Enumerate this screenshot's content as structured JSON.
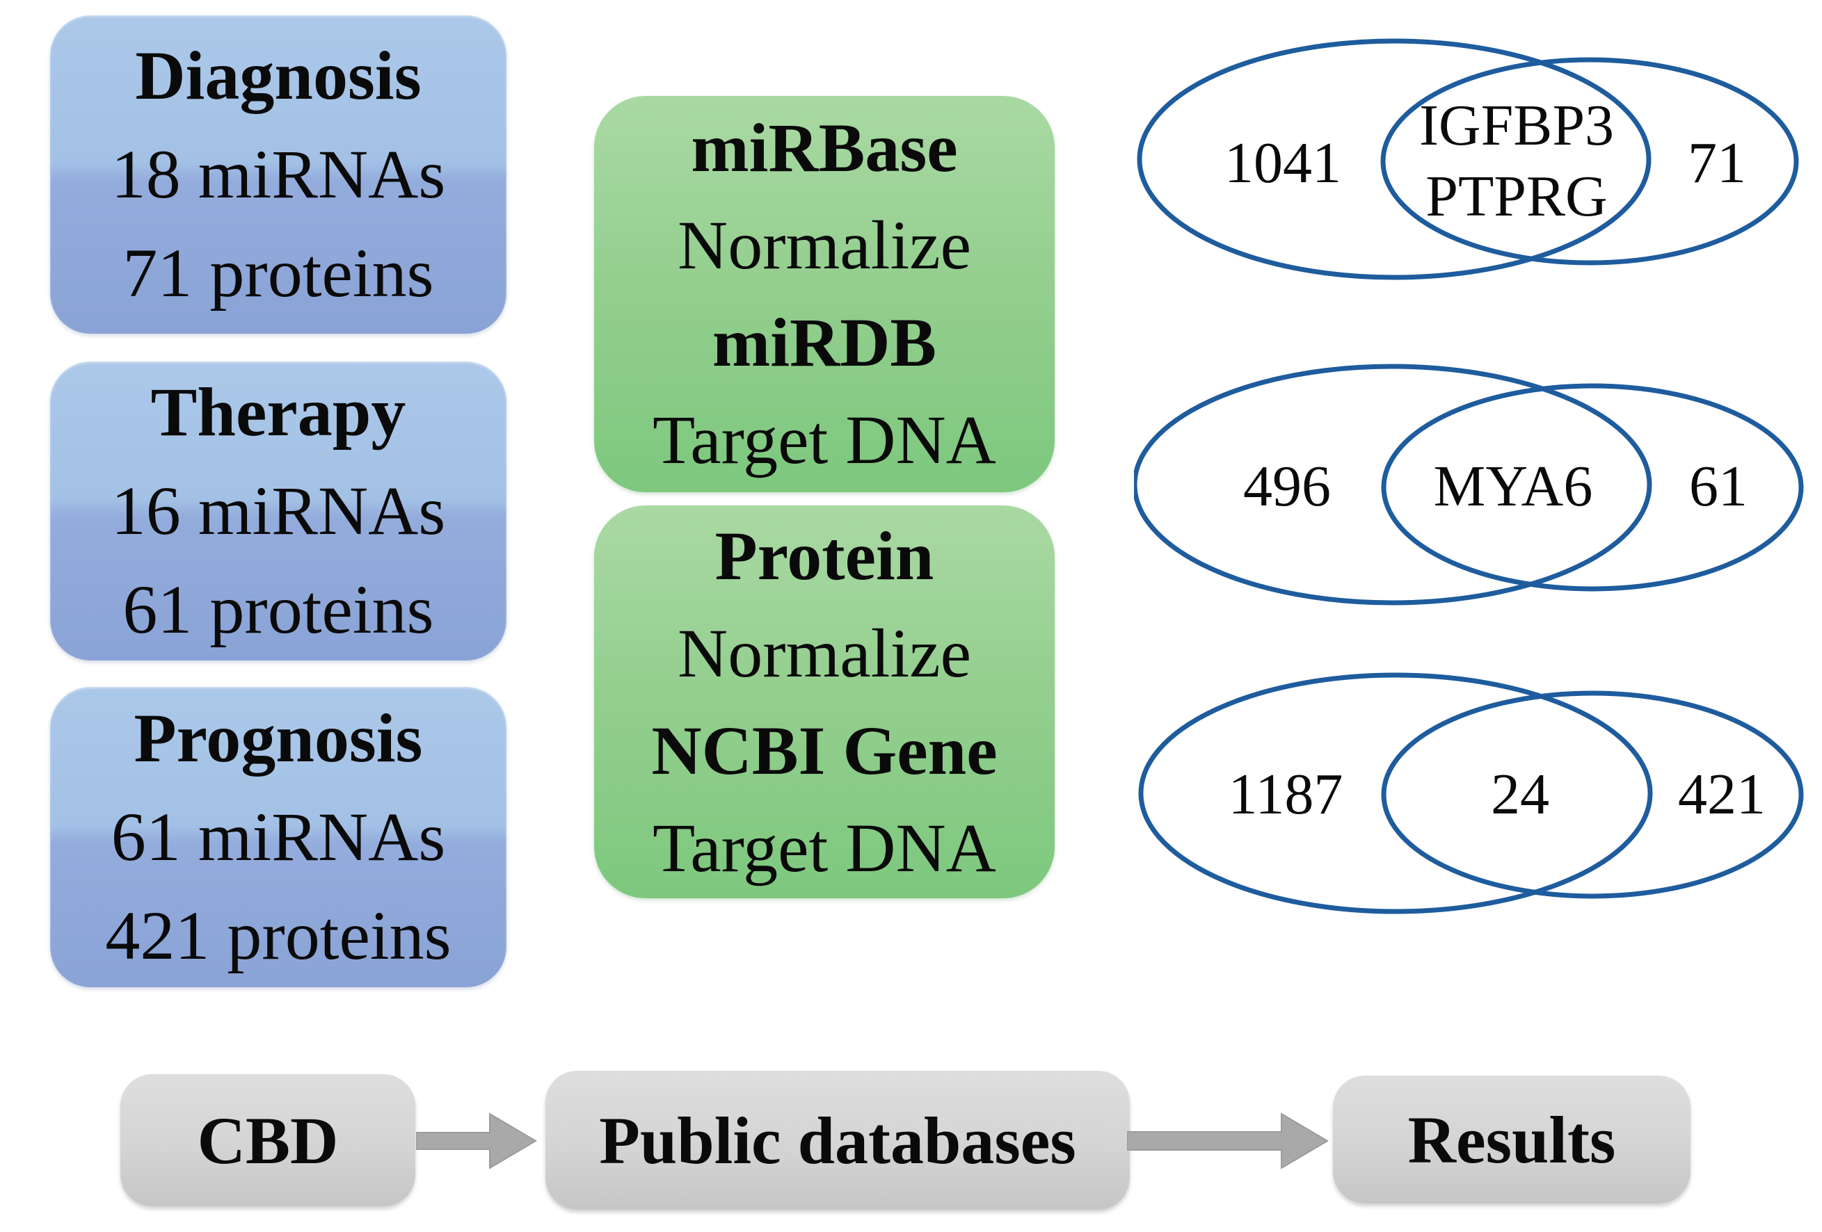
{
  "colors": {
    "blue_box_top": "#abc8e9",
    "blue_box_bottom": "#8aa3d6",
    "green_box_top": "#a9d9a3",
    "green_box_bottom": "#7dc87e",
    "gray_box": "#d4d4d4",
    "venn_stroke": "#1e5c9e",
    "arrow_gray": "#a9a9a9",
    "text": "#0a0a0a"
  },
  "stage_boxes": [
    {
      "title": "Diagnosis",
      "mirnas": "18 miRNAs",
      "proteins": "71 proteins"
    },
    {
      "title": "Therapy",
      "mirnas": "16 miRNAs",
      "proteins": "61 proteins"
    },
    {
      "title": "Prognosis",
      "mirnas": "61 miRNAs",
      "proteins": "421 proteins"
    }
  ],
  "database_boxes": [
    {
      "line1": "miRBase",
      "line2": "Normalize",
      "line3": "miRDB",
      "line4": "Target DNA"
    },
    {
      "line1": "Protein",
      "line2": "Normalize",
      "line3": "NCBI Gene",
      "line4": "Target DNA"
    }
  ],
  "venn_diagrams": [
    {
      "left_count": "1041",
      "overlap_line1": "IGFBP3",
      "overlap_line2": "PTPRG",
      "right_count": "71"
    },
    {
      "left_count": "496",
      "overlap": "MYA6",
      "right_count": "61"
    },
    {
      "left_count": "1187",
      "overlap": "24",
      "right_count": "421"
    }
  ],
  "flow": {
    "source_label": "CBD",
    "database_label": "Public databases",
    "result_label": "Results"
  }
}
